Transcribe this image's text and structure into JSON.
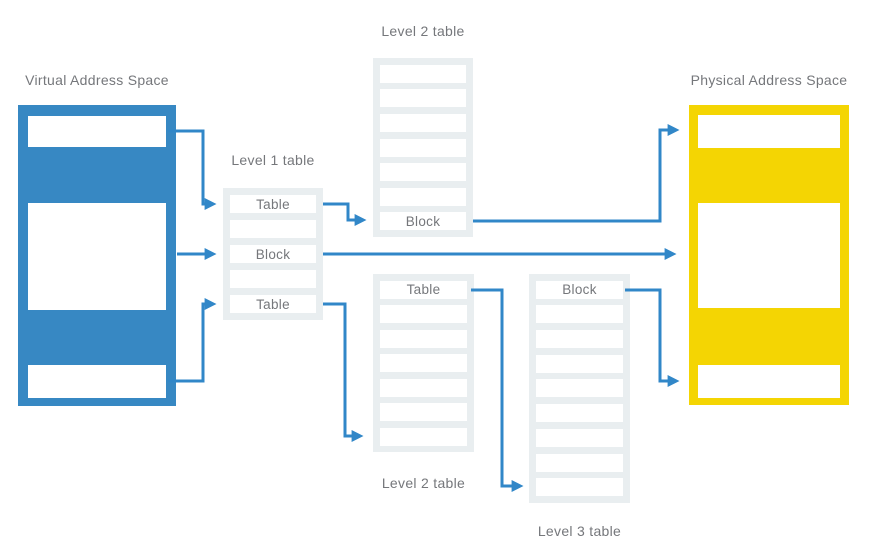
{
  "colors": {
    "virtual_box": "#3788C3",
    "physical_box": "#F4D503",
    "table_bg": "#E9EEF0",
    "table_row_bg": "#FFFFFF",
    "text": "#75777B",
    "arrow": "#3187C8"
  },
  "memory": {
    "virtual": {
      "label": "Virtual Address Space"
    },
    "physical": {
      "label": "Physical Address Space"
    }
  },
  "tables": {
    "level1": {
      "label": "Level 1 table",
      "rows": [
        "Table",
        "",
        "Block",
        "",
        "Table"
      ]
    },
    "level2_top": {
      "label": "Level 2 table",
      "rows": [
        "",
        "",
        "",
        "",
        "",
        "",
        "Block"
      ]
    },
    "level2_bottom": {
      "label": "Level 2 table",
      "rows": [
        "Table",
        "",
        "",
        "",
        "",
        "",
        ""
      ]
    },
    "level3": {
      "label": "Level 3 table",
      "rows": [
        "Block",
        "",
        "",
        "",
        "",
        "",
        "",
        "",
        ""
      ]
    }
  }
}
